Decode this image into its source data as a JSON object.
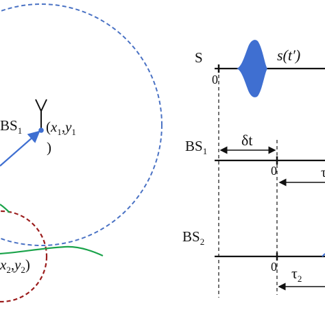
{
  "colors": {
    "blue_circle": "#4a72c4",
    "red_circle": "#9b1c1c",
    "green_path": "#1aa34a",
    "pulse_fill": "#3f6fd1",
    "ink": "#111111"
  },
  "left_panel": {
    "bs1_label": "BS",
    "bs1_sub": "1",
    "coord1_open": "(",
    "coord1_x": "x",
    "coord1_x_sub": "1",
    "coord1_sep": ",",
    "coord1_y": "y",
    "coord1_y_sub": "1",
    "coord1_close": ")",
    "coord2_x": "x",
    "coord2_x_sub": "2",
    "coord2_sep": ",",
    "coord2_y": "y",
    "coord2_y_sub": "2",
    "coord2_close": ")"
  },
  "right_panel": {
    "s_label": "S",
    "s_zero": "0",
    "signal_label": "s(t′)",
    "bs1_label": "BS",
    "bs1_sub": "1",
    "bs1_zero": "0",
    "delta_t_label": "δt",
    "bs2_label": "BS",
    "bs2_sub": "2",
    "bs2_zero": "0",
    "tau_label": "τ",
    "tau2_sub": "2"
  }
}
